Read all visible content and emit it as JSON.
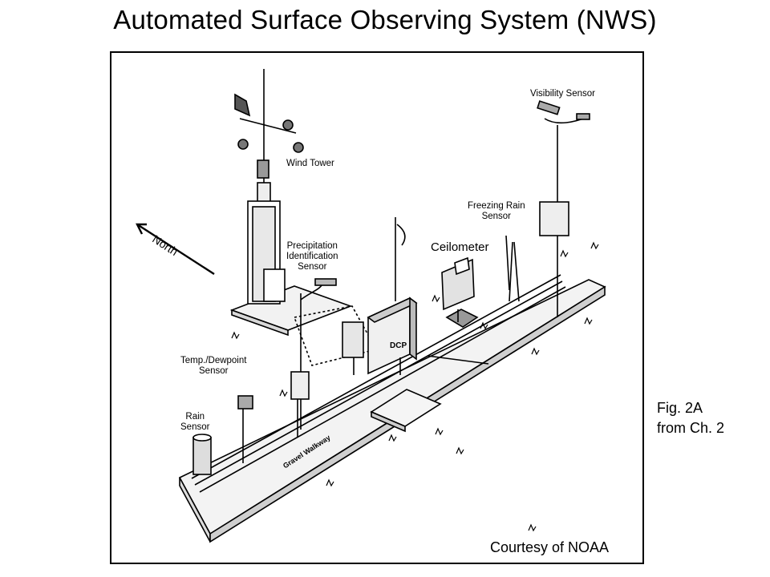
{
  "title": "Automated Surface Observing System (NWS)",
  "figure": {
    "labels": {
      "wind_tower": "Wind Tower",
      "visibility_sensor": "Visibility Sensor",
      "freezing_rain_sensor": [
        "Freezing Rain",
        "Sensor"
      ],
      "precipitation_sensor": [
        "Precipitation",
        "Identification",
        "Sensor"
      ],
      "ceilometer": "Ceilometer",
      "temp_dewpoint_sensor": [
        "Temp./Dewpoint",
        "Sensor"
      ],
      "rain_sensor": [
        "Rain",
        "Sensor"
      ],
      "dcp": "DCP",
      "gravel_walkway": "Gravel Walkway",
      "north": "North"
    },
    "credit": "Courtesy of NOAA"
  },
  "caption": [
    "Fig. 2A",
    "from Ch. 2"
  ]
}
